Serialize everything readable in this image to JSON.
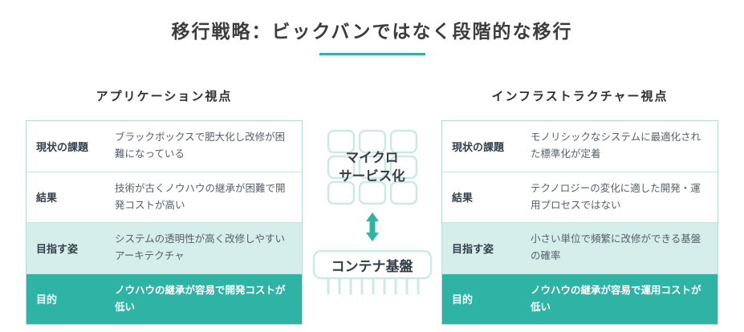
{
  "title": "移行戦略：ビックバンではなく段階的な移行",
  "left_panel": {
    "heading": "アプリケーション視点",
    "rows": [
      {
        "label": "現状の課題",
        "text": "ブラックボックスで肥大化し改修が困難になっている"
      },
      {
        "label": "結果",
        "text": "技術が古くノウハウの継承が困難で開発コストが高い"
      },
      {
        "label": "目指す姿",
        "text": "システムの透明性が高く改修しやすいアーキテクチャ"
      },
      {
        "label": "目的",
        "text": "ノウハウの継承が容易で開発コストが低い"
      }
    ]
  },
  "right_panel": {
    "heading": "インフラストラクチャー視点",
    "rows": [
      {
        "label": "現状の課題",
        "text": "モノリシックなシステムに最適化された標準化が定着"
      },
      {
        "label": "結果",
        "text": "テクノロジーの変化に適した開発・運用プロセスではない"
      },
      {
        "label": "目指す姿",
        "text": "小さい単位で頻繁に改修ができる基盤の確率"
      },
      {
        "label": "目的",
        "text": "ノウハウの継承が容易で運用コストが低い"
      }
    ]
  },
  "center": {
    "microservices_label": "マイクロ\nサービス化",
    "container_label": "コンテナ基盤"
  },
  "colors": {
    "accent": "#2fb3a5",
    "accent_light": "#d6eeea",
    "icon_outline": "#cde9e5",
    "border": "#b7dad5"
  }
}
